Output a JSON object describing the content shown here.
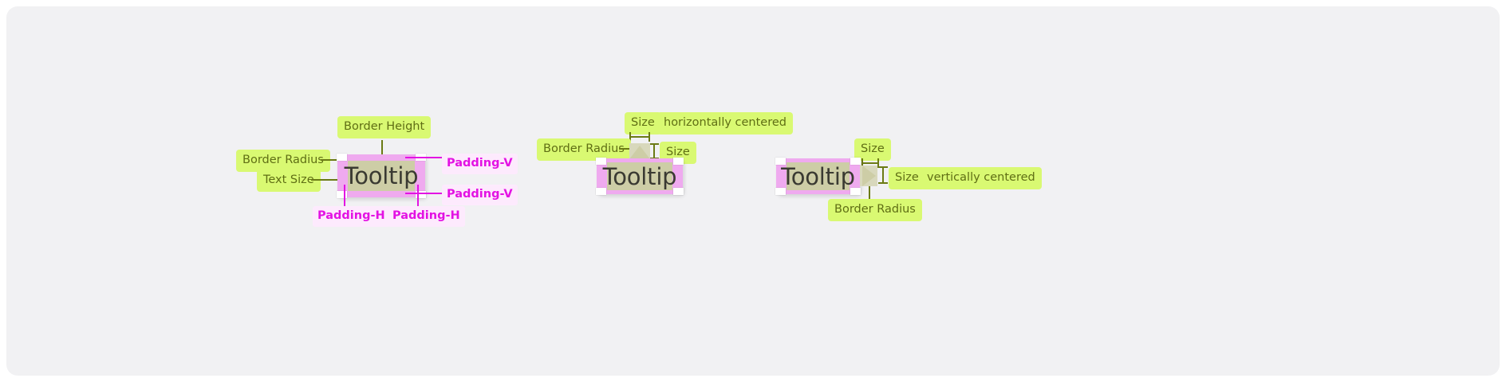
{
  "canvas": {
    "background": "#f1f1f3",
    "page_background": "#ffffff"
  },
  "palette": {
    "chip_green_bg": "#d9f972",
    "chip_green_text": "#5f6e14",
    "chip_magenta_bg": "#fdeafd",
    "chip_magenta_text": "#e312e3",
    "tooltip_border": "#efaaef",
    "tooltip_inner": "#cdcda6",
    "handle": "#ffffff",
    "leader_line": "#6b7a14"
  },
  "diagrams": [
    {
      "id": "tooltip-anatomy",
      "tooltip_text": "Tooltip",
      "labels": {
        "border_height": "Border Height",
        "border_radius": "Border Radius",
        "text_size": "Text Size",
        "padding_v_top": "Padding-V",
        "padding_v_bottom": "Padding-V",
        "padding_h_left": "Padding-H",
        "padding_h_right": "Padding-H"
      }
    },
    {
      "id": "tooltip-arrow-top",
      "tooltip_text": "Tooltip",
      "labels": {
        "arrow_width_size": "Size",
        "horizontally_centered": "horizontally centered",
        "border_radius": "Border Radius",
        "arrow_height_size": "Size"
      }
    },
    {
      "id": "tooltip-arrow-right",
      "tooltip_text": "Tooltip",
      "labels": {
        "arrow_width_size": "Size",
        "arrow_height_size": "Size",
        "vertically_centered": "vertically centered",
        "border_radius": "Border Radius"
      }
    }
  ]
}
